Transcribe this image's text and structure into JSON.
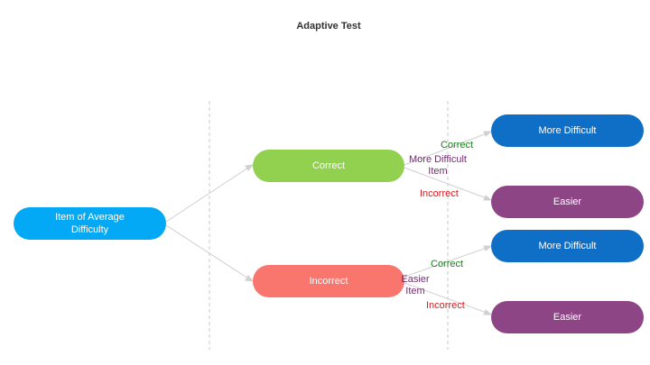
{
  "title": "Adaptive Test",
  "colors": {
    "start": "#03a9f4",
    "correct": "#92d050",
    "incorrect": "#f8766d",
    "more_difficult": "#0f6fc6",
    "easier": "#8e4585",
    "label_correct": "#1b7f1b",
    "label_incorrect": "#d9191f",
    "label_note": "#6e2f6e"
  },
  "nodes": {
    "start": "Item of Average Difficulty",
    "correct": "Correct",
    "incorrect": "Incorrect",
    "correct_more_difficult": "More Difficult",
    "correct_easier": "Easier",
    "incorrect_more_difficult": "More Difficult",
    "incorrect_easier": "Easier"
  },
  "edge_labels": {
    "upper_correct": "Correct",
    "upper_note": "More Difficult Item",
    "upper_incorrect": "Incorrect",
    "lower_correct": "Correct",
    "lower_note": "Easier Item",
    "lower_incorrect": "Incorrect"
  }
}
